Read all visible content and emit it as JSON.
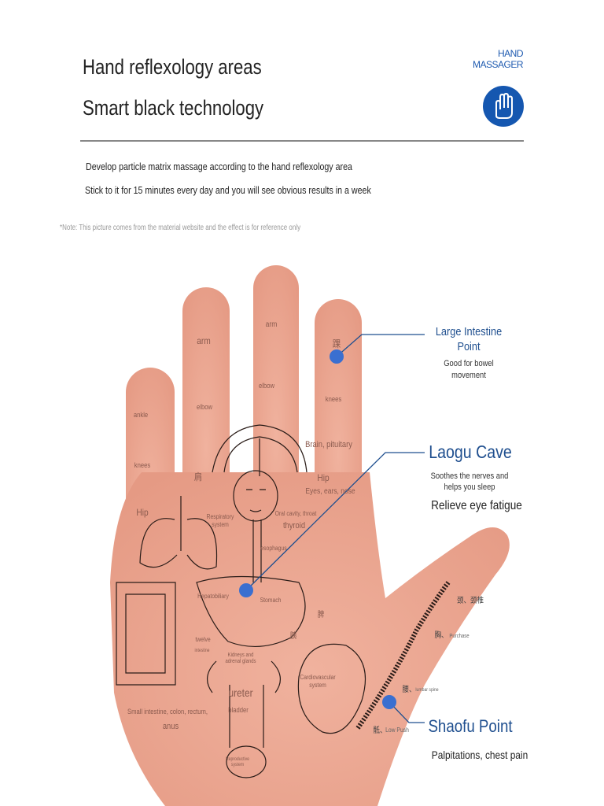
{
  "header": {
    "title": "Hand reflexology areas",
    "subtitle": "Smart black technology",
    "brand_line1": "HAND",
    "brand_line2": "MASSAGER",
    "brand_icon": "hand-icon",
    "description1": "Develop particle matrix massage according to the hand reflexology area",
    "description2": "Stick to it for 15 minutes every day and you will see obvious results in a week",
    "note": "*Note: This picture comes from the material website and the effect is for reference only"
  },
  "colors": {
    "accent": "#1557b0",
    "point": "#3a6fd0",
    "skin": "#eaa894",
    "label": "#8a5a4e"
  },
  "hand_labels": {
    "arm_ring": "arm",
    "arm_middle": "arm",
    "ankle_cn": "踝",
    "elbow_ring": "elbow",
    "elbow_middle": "elbow",
    "knees_index": "knees",
    "ankle": "ankle",
    "knees_pinky": "knees",
    "brain": "Brain, pituitary",
    "shoulder_cn": "肩",
    "hip_right": "Hip",
    "eyes": "Eyes, ears, nose",
    "hip_left": "Hip",
    "respiratory": "Respiratory system",
    "oral": "Oral cavity, throat",
    "thyroid": "thyroid",
    "esophagus": "esophagus",
    "hepatobiliary": "Hepatobiliary",
    "stomach": "Stomach",
    "spleen_cn": "脾",
    "pancreas_cn": "胰",
    "twelve": "twelve",
    "intestine": "intestine",
    "kidneys": "Kidneys and adrenal glands",
    "cardio": "Cardiovascular system",
    "ureter": "ureter",
    "bladder": "bladder",
    "small_intestine": "Small intestine, colon, rectum,",
    "anus": "anus",
    "reproductive": "Reproductive system",
    "neck_cn": "颈、颈椎",
    "chest_cn": "胸、",
    "chest": "Purchase",
    "lumbar_cn": "腰、",
    "lumbar": "lumbar spine",
    "sacrum_cn": "骶、",
    "sacrum": "Low Push"
  },
  "points": [
    {
      "title": "Large Intestine Point",
      "desc": "Good for bowel movement"
    },
    {
      "title": "Laogu Cave",
      "desc1": "Soothes the nerves and",
      "desc2": "helps you sleep",
      "extra": "Relieve eye fatigue"
    },
    {
      "title": "Shaofu Point",
      "desc": "Palpitations, chest pain"
    }
  ]
}
